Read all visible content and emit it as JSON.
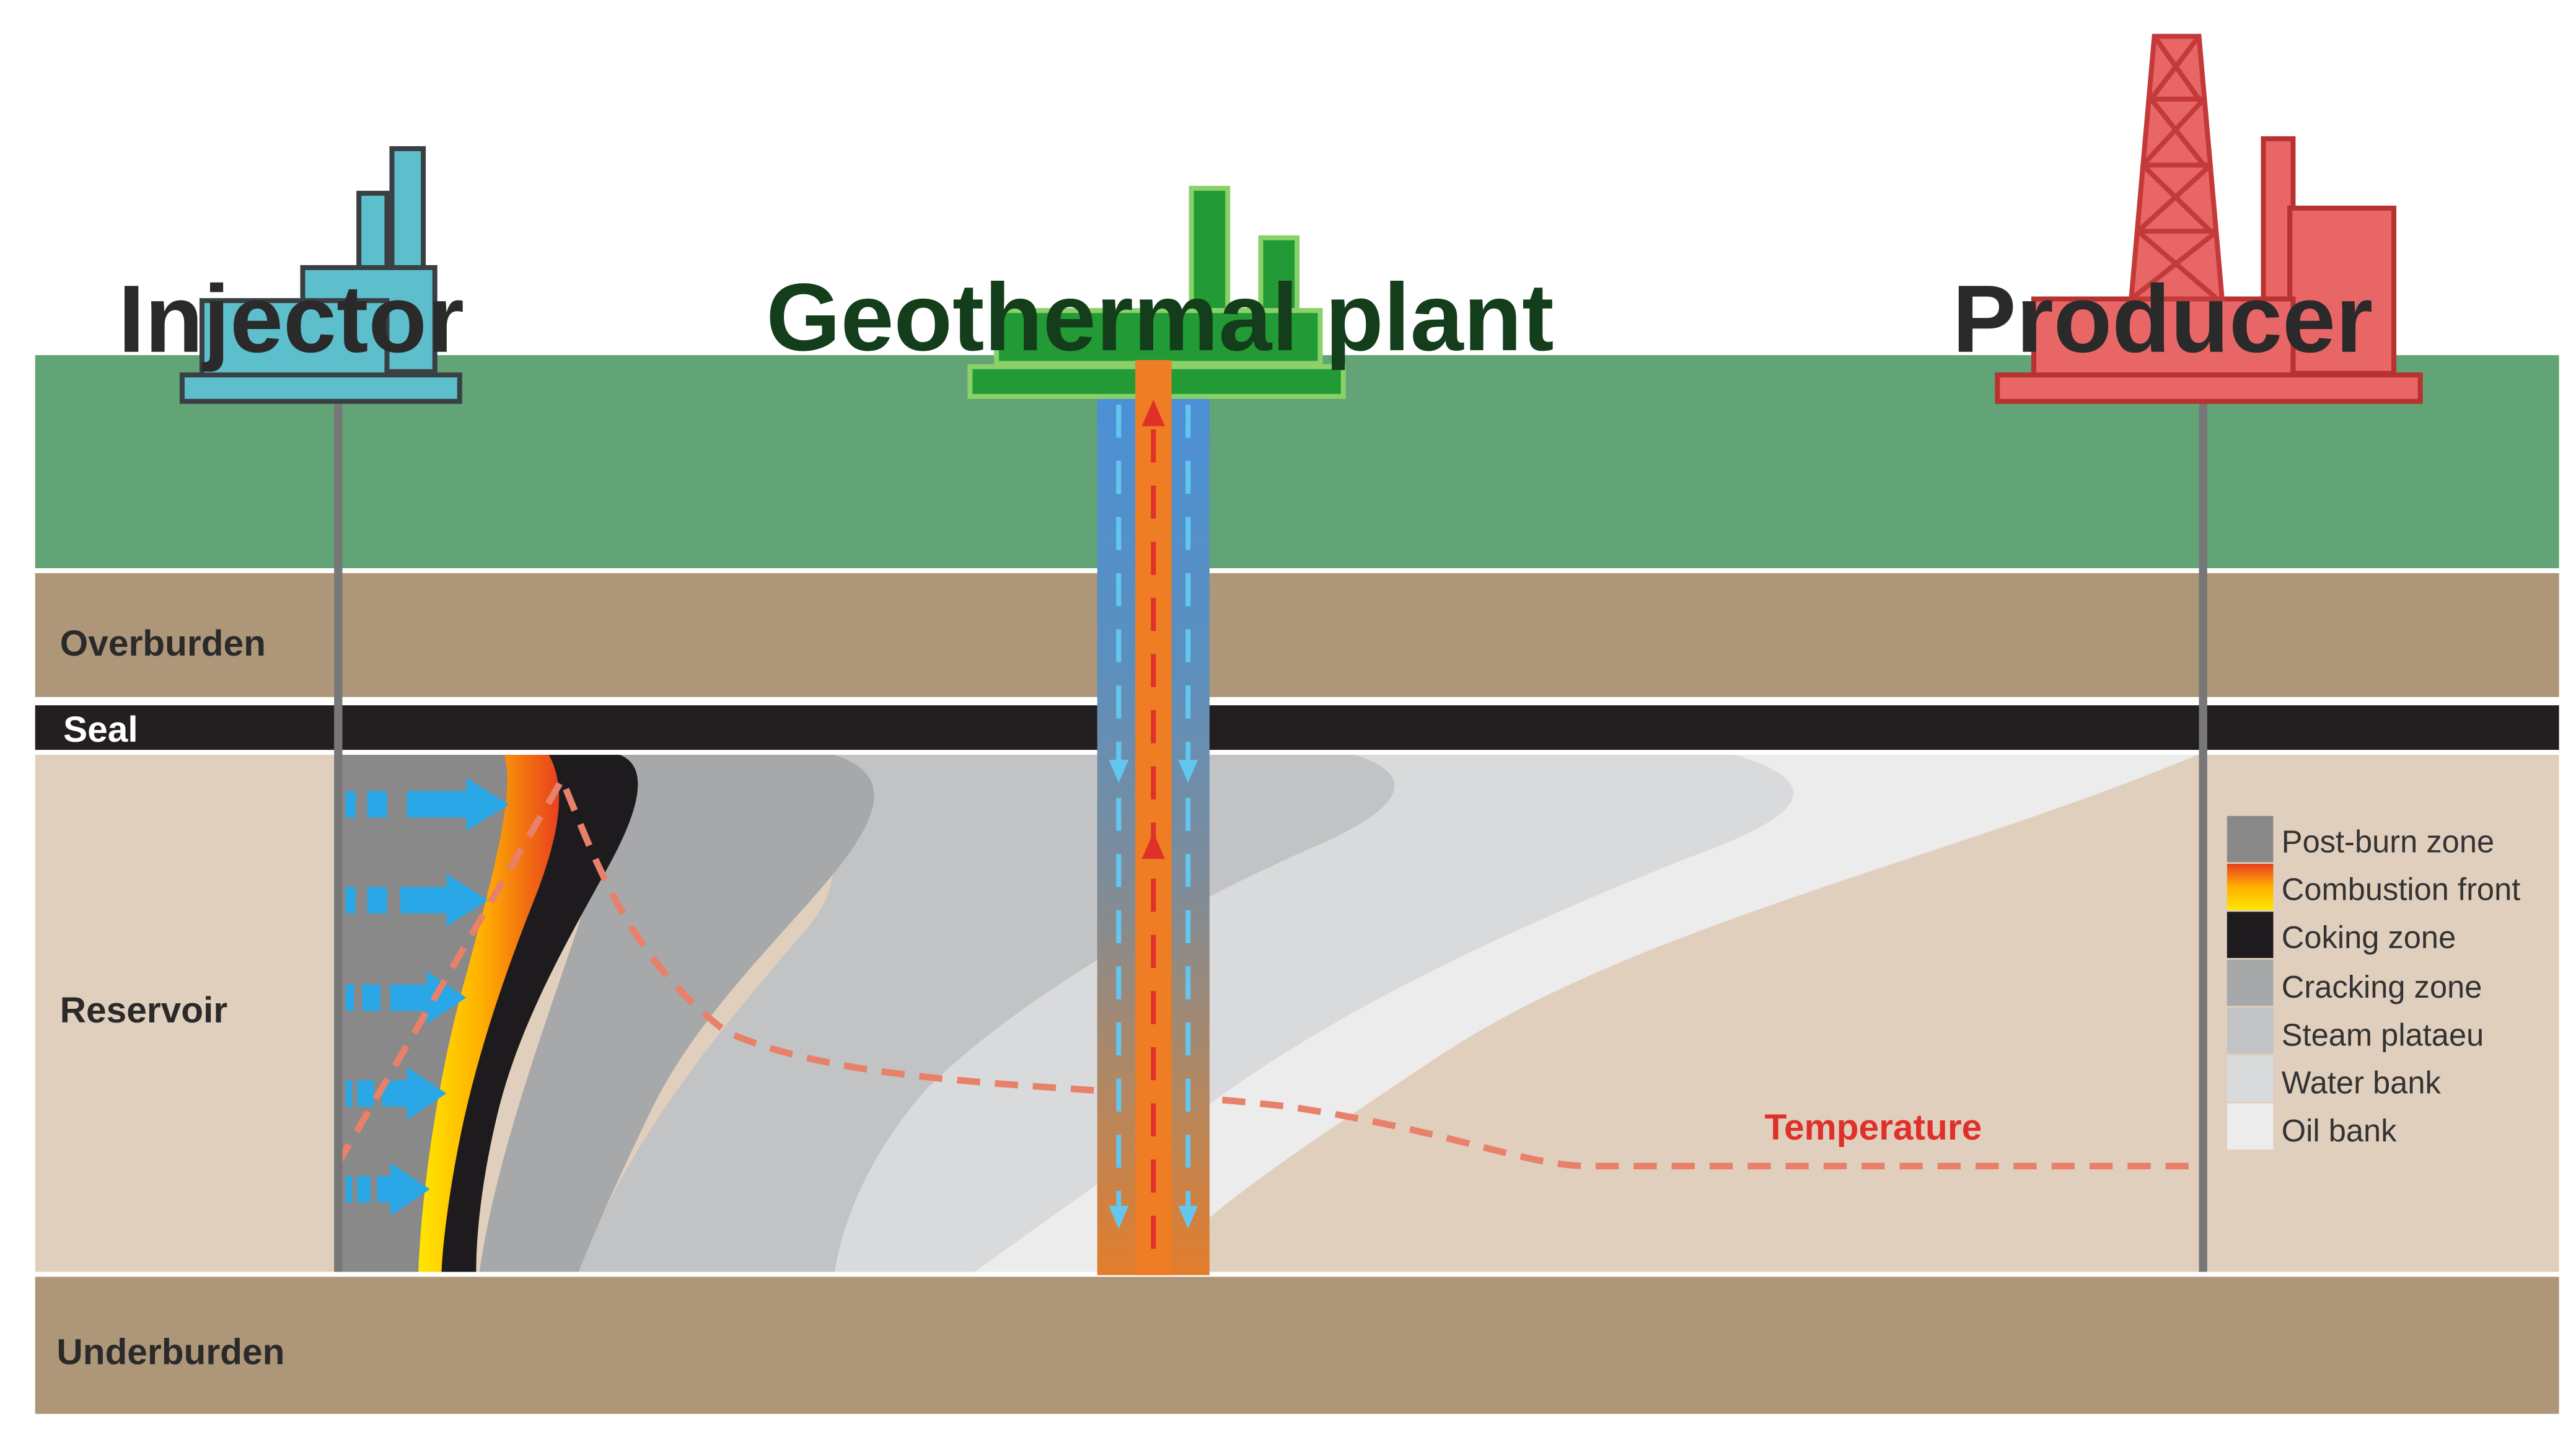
{
  "layers": {
    "overburden": "Overburden",
    "seal": "Seal",
    "reservoir": "Reservoir",
    "underburden": "Underburden"
  },
  "facilities": {
    "injector": "Injector",
    "geothermal_plant": "Geothermal plant",
    "producer": "Producer"
  },
  "temperature_label": "Temperature",
  "legend": [
    {
      "label": "Post-burn zone",
      "color": "#898989"
    },
    {
      "label": "Combustion front",
      "color": "gradient-yellow-red"
    },
    {
      "label": "Coking zone",
      "color": "#1e1b1e"
    },
    {
      "label": "Cracking zone",
      "color": "#a7a8a9"
    },
    {
      "label": "Steam plataeu",
      "color": "#c2c3c4"
    },
    {
      "label": "Water bank",
      "color": "#d9dadb"
    },
    {
      "label": "Oil bank",
      "color": "#ececec"
    }
  ],
  "colors": {
    "surface": "#62a475",
    "overburden": "#ae9779",
    "seal": "#231f20",
    "reservoir": "#e1cfbd",
    "injector": "#5dbfcb",
    "geothermal": "#229a35",
    "producer": "#e86666",
    "temperature": "#e8806a",
    "temperature_label": "#e0302a",
    "injection_arrows": "#2aa7e6"
  }
}
